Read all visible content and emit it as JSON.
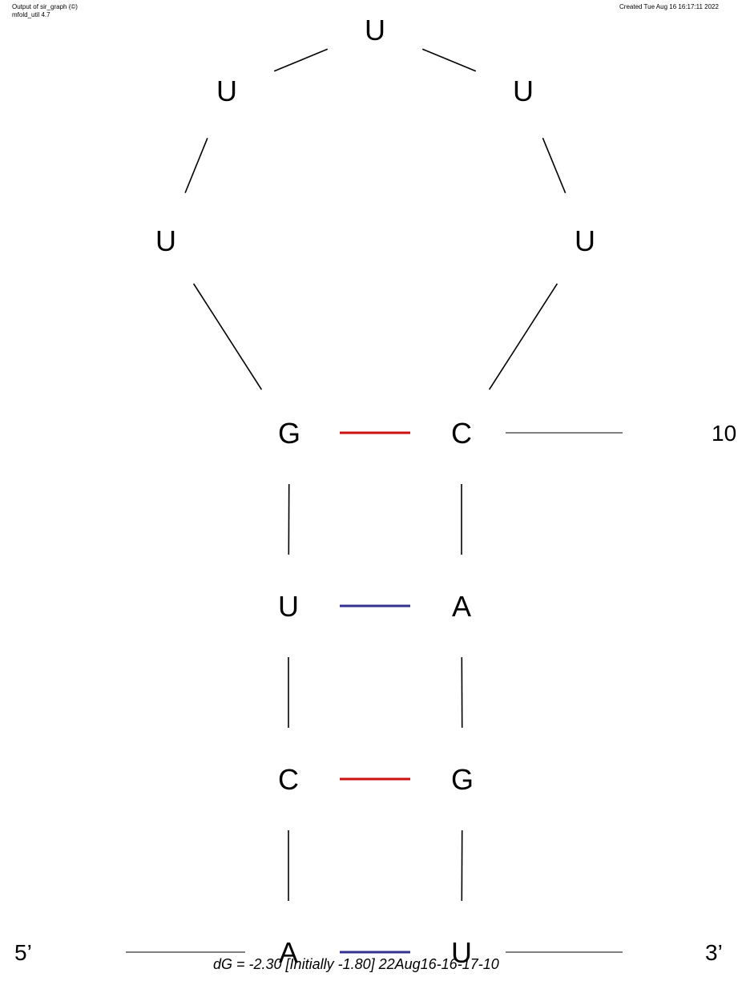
{
  "header": {
    "program_line": "Output of sir_graph (©)",
    "version_line": "mfold_util 4.7",
    "created": "Created Tue Aug 16 16:17:11 2022"
  },
  "structure": {
    "bases": [
      {
        "id": 1,
        "letter": "A"
      },
      {
        "id": 2,
        "letter": "C"
      },
      {
        "id": 3,
        "letter": "U"
      },
      {
        "id": 4,
        "letter": "G"
      },
      {
        "id": 5,
        "letter": "U"
      },
      {
        "id": 6,
        "letter": "U"
      },
      {
        "id": 7,
        "letter": "U"
      },
      {
        "id": 8,
        "letter": "U"
      },
      {
        "id": 9,
        "letter": "U"
      },
      {
        "id": 10,
        "letter": "C"
      },
      {
        "id": 11,
        "letter": "A"
      },
      {
        "id": 12,
        "letter": "G"
      },
      {
        "id": 13,
        "letter": "U"
      }
    ],
    "pairs": [
      {
        "i": 1,
        "j": 13,
        "type": "AU",
        "color": "#33338f"
      },
      {
        "i": 2,
        "j": 12,
        "type": "CG",
        "color": "#cc1111"
      },
      {
        "i": 3,
        "j": 11,
        "type": "UA",
        "color": "#33338f"
      },
      {
        "i": 4,
        "j": 10,
        "type": "GC",
        "color": "#cc1111"
      }
    ],
    "number_labels": [
      {
        "base": 10,
        "label": "10"
      }
    ],
    "five_prime": "5’",
    "three_prime": "3’"
  },
  "energy_line": "dG = -2.30 [Initially -1.80] 22Aug16-16-17-10"
}
